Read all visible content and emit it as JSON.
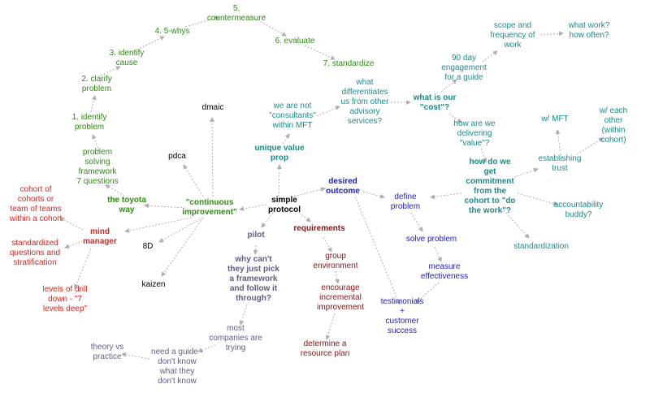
{
  "colors": {
    "green": "#2e8b12",
    "black": "#000000",
    "red": "#e0231a",
    "teal": "#1b8a8a",
    "blue": "#1a1ad0",
    "maroon": "#8b1010",
    "slate": "#5d5d8a",
    "link": "#b0b0b0"
  },
  "nodes": {
    "simple_protocol": "simple\nprotocol",
    "continuous_improvement": "\"continuous\nimprovement\"",
    "dmaic": "dmaic",
    "pdca": "pdca",
    "eight_d": "8D",
    "kaizen": "kaizen",
    "toyota_way": "the toyota\nway",
    "problem_solving": "problem\nsolving\nframework\n7 questions",
    "step1": "1. identify\nproblem",
    "step2": "2. clarify\nproblem",
    "step3": "3. identify\ncause",
    "step4": "4. 5-whys",
    "step5": "5.\ncountermeasure",
    "step6": "6. evaluate",
    "step7": "7. standardize",
    "mind_manager": "mind\nmanager",
    "cohort": "cohort of\ncohorts or\nteam of teams\nwithin a cohort",
    "standardized_questions": "standardized\nquestions and\nstratification",
    "levels_drill": "levels of drill\ndown - \"7\nlevels deep\"",
    "unique_value": "unique value\nprop",
    "not_consultants": "we are not\n\"consultants\"\nwithin MFT",
    "what_differentiates": "what\ndifferentiates\nus from other\nadvisory\nservices?",
    "what_is_cost": "what is our\n\"cost\"?",
    "engagement": "90 day\nengagement\nfor a guide",
    "scope": "scope and\nfrequency of\nwork",
    "what_work": "what work?\nhow often?",
    "delivering_value": "how are we\ndelivering\n\"value\"?",
    "commitment": "how do we\nget\ncommitment\nfrom the\ncohort to \"do\nthe work\"?",
    "establishing_trust": "establishing\ntrust",
    "w_mft": "w/ MFT",
    "w_each_other": "w/ each other\n(within cohort)",
    "accountability": "accountability\nbuddy?",
    "standardization": "standardization",
    "desired_outcome": "desired\noutcome",
    "define_problem": "define\nproblem",
    "solve_problem": "solve problem",
    "measure": "measure\neffectiveness",
    "testimonials": "testimonials\n+\ncustomer\nsuccess",
    "requirements": "requirements",
    "group_environment": "group\nenvironment",
    "encourage": "encourage\nincremental\nimprovement",
    "resource_plan": "determine a\nresource plan",
    "pilot": "pilot",
    "why_cant": "why can't\nthey just pick\na framework\nand follow it\nthrough?",
    "most_companies": "most\ncompanies are\ntrying",
    "need_guide": "need a guide -\ndon't know\nwhat they\ndon't know",
    "theory": "theory vs\npractice"
  }
}
